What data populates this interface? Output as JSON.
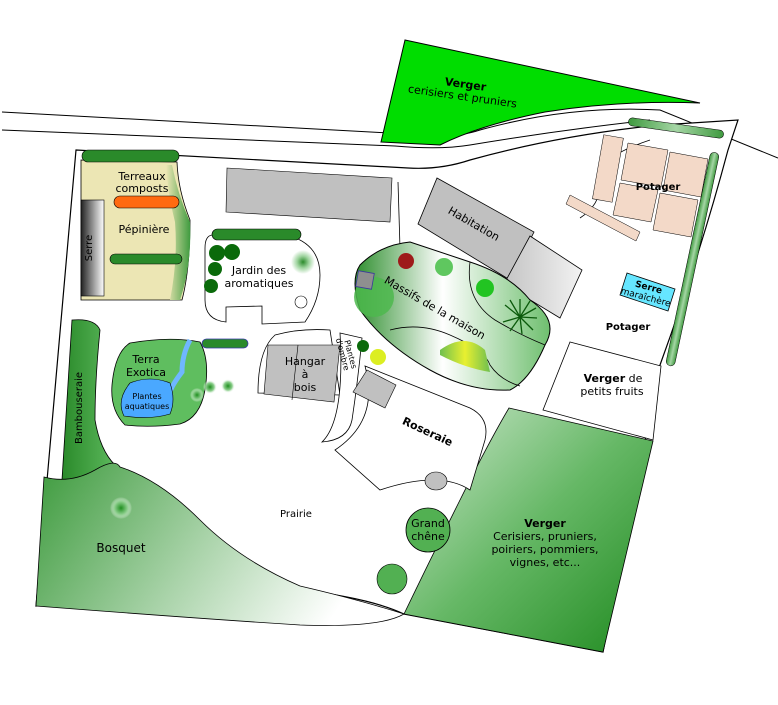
{
  "labels": {
    "verger_north_title": "Verger",
    "verger_north_sub": "cerisiers et pruniers",
    "terreaux": "Terreaux",
    "composts": "composts",
    "pepiniere": "Pépinière",
    "serre": "Serre",
    "jardin_line1": "Jardin des",
    "jardin_line2": "aromatiques",
    "habitation": "Habitation",
    "massifs": "Massifs de la maison",
    "potager_top": "Potager",
    "potager_right": "Potager",
    "serre_mar_title": "Serre",
    "serre_mar_sub": "maraîchère",
    "bambouseraie": "Bambouseraie",
    "terra_line1": "Terra",
    "terra_line2": "Exotica",
    "plantes_aq_line1": "Plantes",
    "plantes_aq_line2": "aquatiques",
    "hangar_line1": "Hangar",
    "hangar_line2": "à",
    "hangar_line3": "bois",
    "plantes_ombre_line1": "Plantes",
    "plantes_ombre_line2": "d'ombre",
    "verger_pf_title": "Verger",
    "verger_pf_de": " de",
    "verger_pf_sub": "petits fruits",
    "roseraie": "Roseraie",
    "prairie": "Prairie",
    "bosquet": "Bosquet",
    "grand_line1": "Grand",
    "grand_line2": "chêne",
    "verger_se_title": "Verger",
    "verger_se_l1": "Cerisiers, pruniers,",
    "verger_se_l2": "poiriers, pommiers,",
    "verger_se_l3": "vignes, etc..."
  },
  "colors": {
    "bright_green": "#00dd00",
    "dark_green": "#2a8a2a",
    "medium_green": "#5fbe5f",
    "sand": "#ece6b4",
    "orange": "#ff6a10",
    "building_gray": "#c0c0c0",
    "potager_bed": "#f3d9c8",
    "water_blue": "#4aa8ff",
    "cyan": "#66e6ff",
    "dark_red": "#9e1a1a",
    "yellow": "#dcee22"
  }
}
